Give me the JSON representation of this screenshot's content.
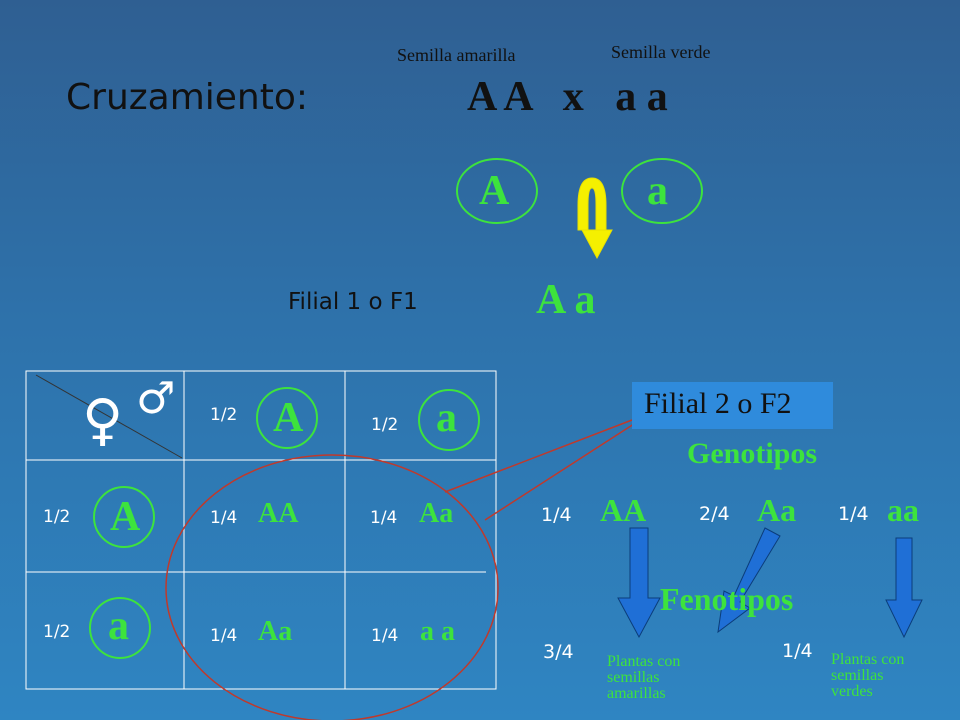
{
  "top": {
    "label_yellow_seed": "Semilla amarilla",
    "label_green_seed": "Semilla verde",
    "cross_label": "Cruzamiento:",
    "cross_formula": "A A   x   a a"
  },
  "gametes": {
    "left": "A",
    "right": "a"
  },
  "f1": {
    "label": "Filial 1 o F1",
    "genotype": "A a"
  },
  "punnett": {
    "female_symbol": "♀",
    "male_symbol": "♂",
    "cols": [
      {
        "prob": "1/2",
        "allele": "A"
      },
      {
        "prob": "1/2",
        "allele": "a"
      }
    ],
    "rows": [
      {
        "prob": "1/2",
        "allele": "A"
      },
      {
        "prob": "1/2",
        "allele": "a"
      }
    ],
    "cells": [
      {
        "prob": "1/4",
        "genotype": "AA"
      },
      {
        "prob": "1/4",
        "genotype": "Aa"
      },
      {
        "prob": "1/4",
        "genotype": "Aa"
      },
      {
        "prob": "1/4",
        "genotype": "a a"
      }
    ]
  },
  "f2": {
    "label": "Filial 2 o F2",
    "genotypes_title": "Genotipos",
    "genotypes": [
      {
        "prob": "1/4",
        "genotype": "AA"
      },
      {
        "prob": "2/4",
        "genotype": "Aa"
      },
      {
        "prob": "1/4",
        "genotype": "aa"
      }
    ],
    "fenotipos_title": "Fenotipos",
    "phenotypes": [
      {
        "prob": "3/4",
        "line1": "Plantas con",
        "line2": "semillas",
        "line3": "amarillas"
      },
      {
        "prob": "1/4",
        "line1": "Plantas con",
        "line2": "semillas",
        "line3": "verdes"
      }
    ]
  },
  "colors": {
    "green_text": "#3de33d",
    "yellow_arrow": "#f5f000",
    "arrow_blue": "#1f6fd6",
    "callout_fill": "#2f8bdc",
    "circle_red": "#c0392b"
  }
}
